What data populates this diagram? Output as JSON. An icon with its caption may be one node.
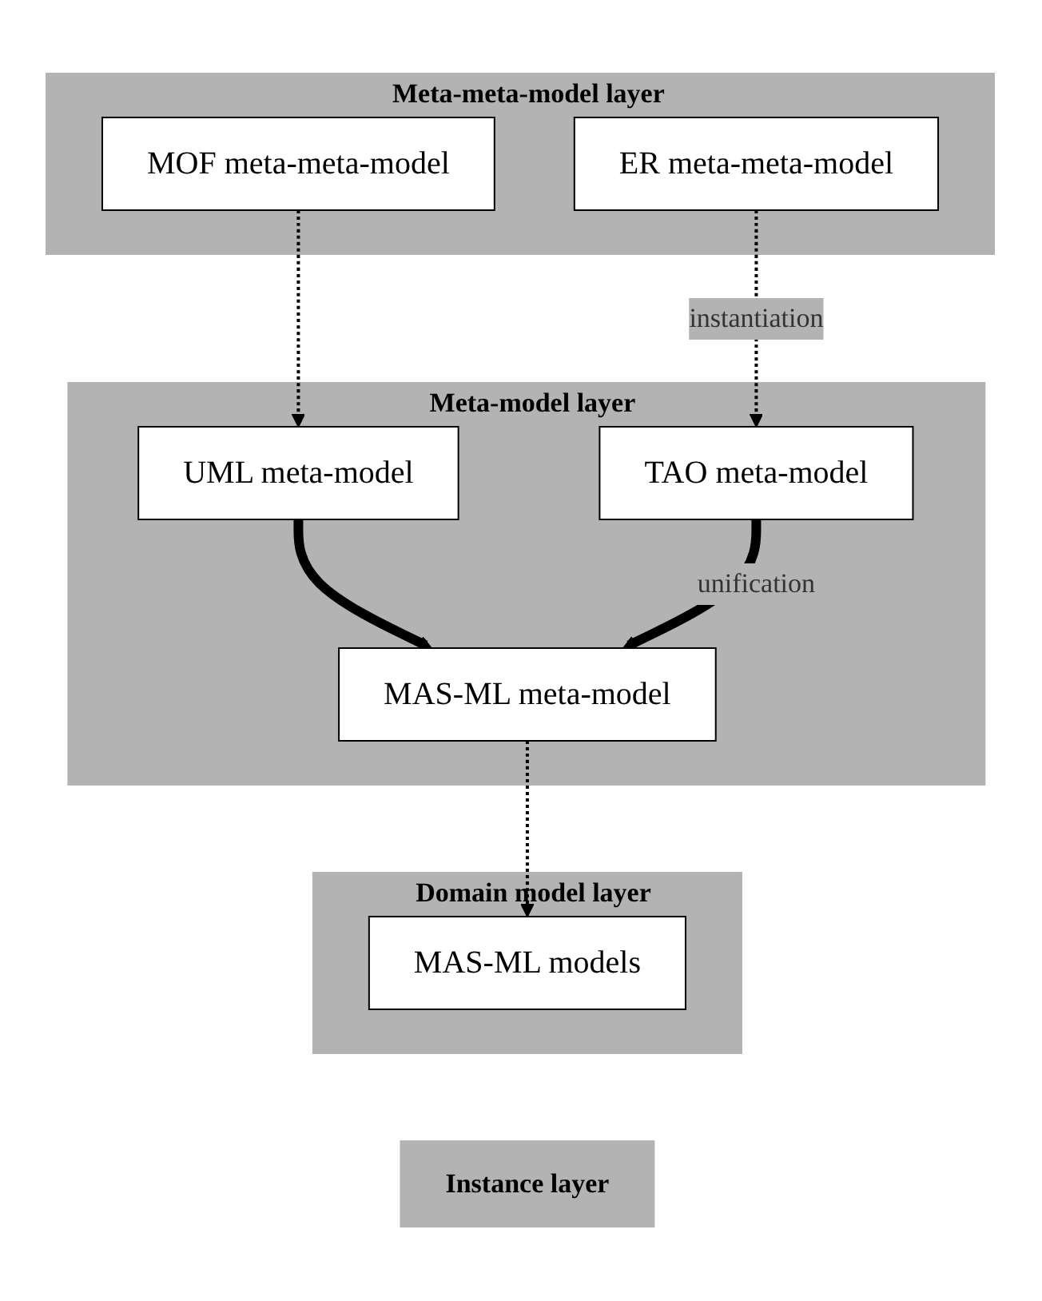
{
  "diagram": {
    "nodes": [
      {
        "text": [
          "Meta-meta-model layer"
        ]
      },
      {
        "text": [
          "MOF meta-meta-model"
        ],
        "in": 0
      },
      {
        "text": [
          "ER meta-meta-model"
        ],
        "in": 0
      },
      {
        "text": [
          "Meta-model layer"
        ]
      },
      {
        "text": [
          "UML meta-model"
        ],
        "in": 3
      },
      {
        "text": [
          "TAO meta-model"
        ],
        "in": 3
      },
      {
        "text": [
          "MAS-ML meta-model"
        ],
        "in": 3
      },
      {
        "text": [
          "Domain model layer"
        ]
      },
      {
        "text": [
          "MAS-ML models"
        ],
        "in": 7
      },
      {
        "text": [
          "Instance layer"
        ]
      }
    ],
    "edges": [
      {
        "from": 1,
        "to": 4,
        "arrow": "to",
        "style": "dashed"
      },
      {
        "from": 2,
        "to": 5,
        "arrow": "to",
        "style": "dashed",
        "label": "instantiation"
      },
      {
        "from": 4,
        "to": 6,
        "arrow": "to",
        "style": "thick"
      },
      {
        "from": 5,
        "to": 6,
        "arrow": "to",
        "style": "thick",
        "label": "unification"
      },
      {
        "from": 6,
        "to": 8,
        "arrow": "to",
        "style": "dashed"
      }
    ]
  }
}
